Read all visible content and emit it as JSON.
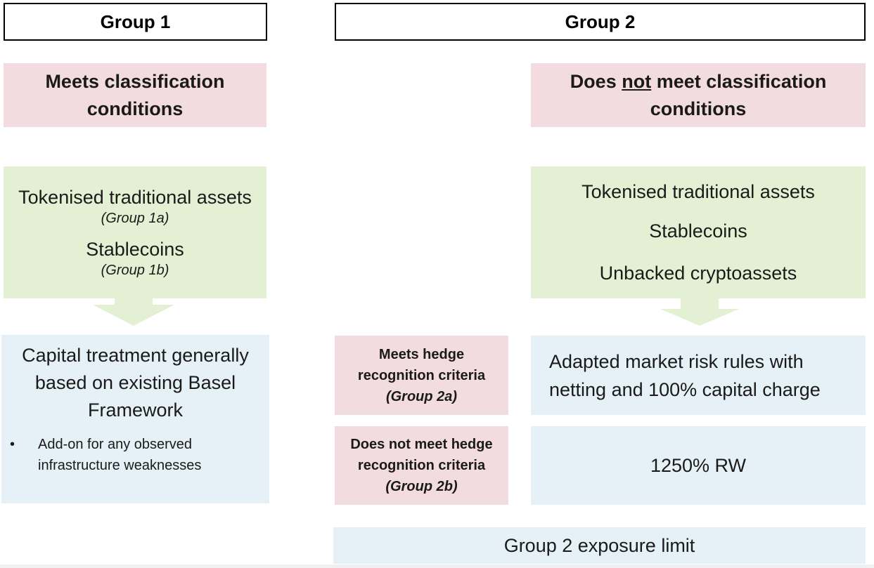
{
  "group1": {
    "header": "Group 1",
    "condition": "Meets classification conditions",
    "assets": [
      {
        "label": "Tokenised traditional assets",
        "sub": "(Group 1a)"
      },
      {
        "label": "Stablecoins",
        "sub": "(Group 1b)"
      }
    ],
    "treatment": "Capital treatment generally based on existing Basel Framework",
    "bullet_marker": "•",
    "bullet": "Add-on for any observed infrastructure weaknesses"
  },
  "group2": {
    "header": "Group 2",
    "condition_pre": "Does ",
    "condition_not": "not",
    "condition_post": " meet classification conditions",
    "assets": [
      "Tokenised traditional assets",
      "Stablecoins",
      "Unbacked cryptoassets"
    ],
    "hedge_meets": {
      "text": "Meets hedge recognition criteria",
      "group": "(Group 2a)"
    },
    "hedge_not": {
      "text": "Does not meet hedge recognition criteria",
      "group": "(Group 2b)"
    },
    "rule_2a": "Adapted market risk rules with netting and 100% capital charge",
    "rule_2b": "1250% RW",
    "limit": "Group 2 exposure limit"
  },
  "colors": {
    "pink": "#f2dcdf",
    "green": "#e3f0d3",
    "blue": "#e6f0f7"
  }
}
